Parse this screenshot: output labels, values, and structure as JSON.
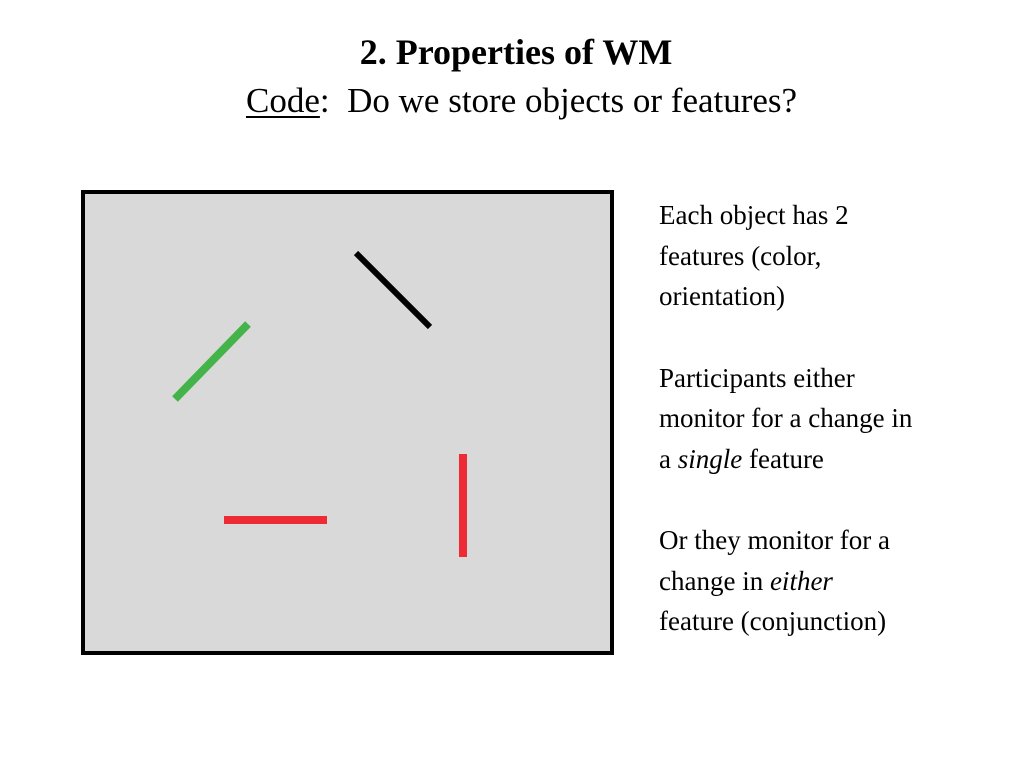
{
  "slide": {
    "title": "2. Properties of WM",
    "subtitle": {
      "label": "Code",
      "separator": ":",
      "text": "Do we store objects or features?"
    }
  },
  "stimulus": {
    "background_color": "#d9d9d9",
    "border_color": "#000000",
    "bars": [
      {
        "id": "black-diagonal-bar",
        "color": "#000000",
        "orientation": "diagonal (top-left to bottom-right)"
      },
      {
        "id": "green-diagonal-bar",
        "color": "#44b34a",
        "orientation": "diagonal (bottom-left to top-right)"
      },
      {
        "id": "red-horizontal-bar",
        "color": "#ee2a35",
        "orientation": "horizontal"
      },
      {
        "id": "red-vertical-bar",
        "color": "#ee2a35",
        "orientation": "vertical"
      }
    ]
  },
  "bullets": [
    {
      "lines": [
        [
          "Each object has 2"
        ],
        [
          "features (color,"
        ],
        [
          "orientation)"
        ]
      ]
    },
    {
      "lines": [
        [
          "Participants either"
        ],
        [
          "monitor for a change in"
        ],
        [
          "a ",
          "single",
          " feature"
        ]
      ]
    },
    {
      "lines": [
        [
          "Or they monitor for a"
        ],
        [
          "change in ",
          "either"
        ],
        [
          "feature (conjunction)"
        ]
      ]
    }
  ]
}
